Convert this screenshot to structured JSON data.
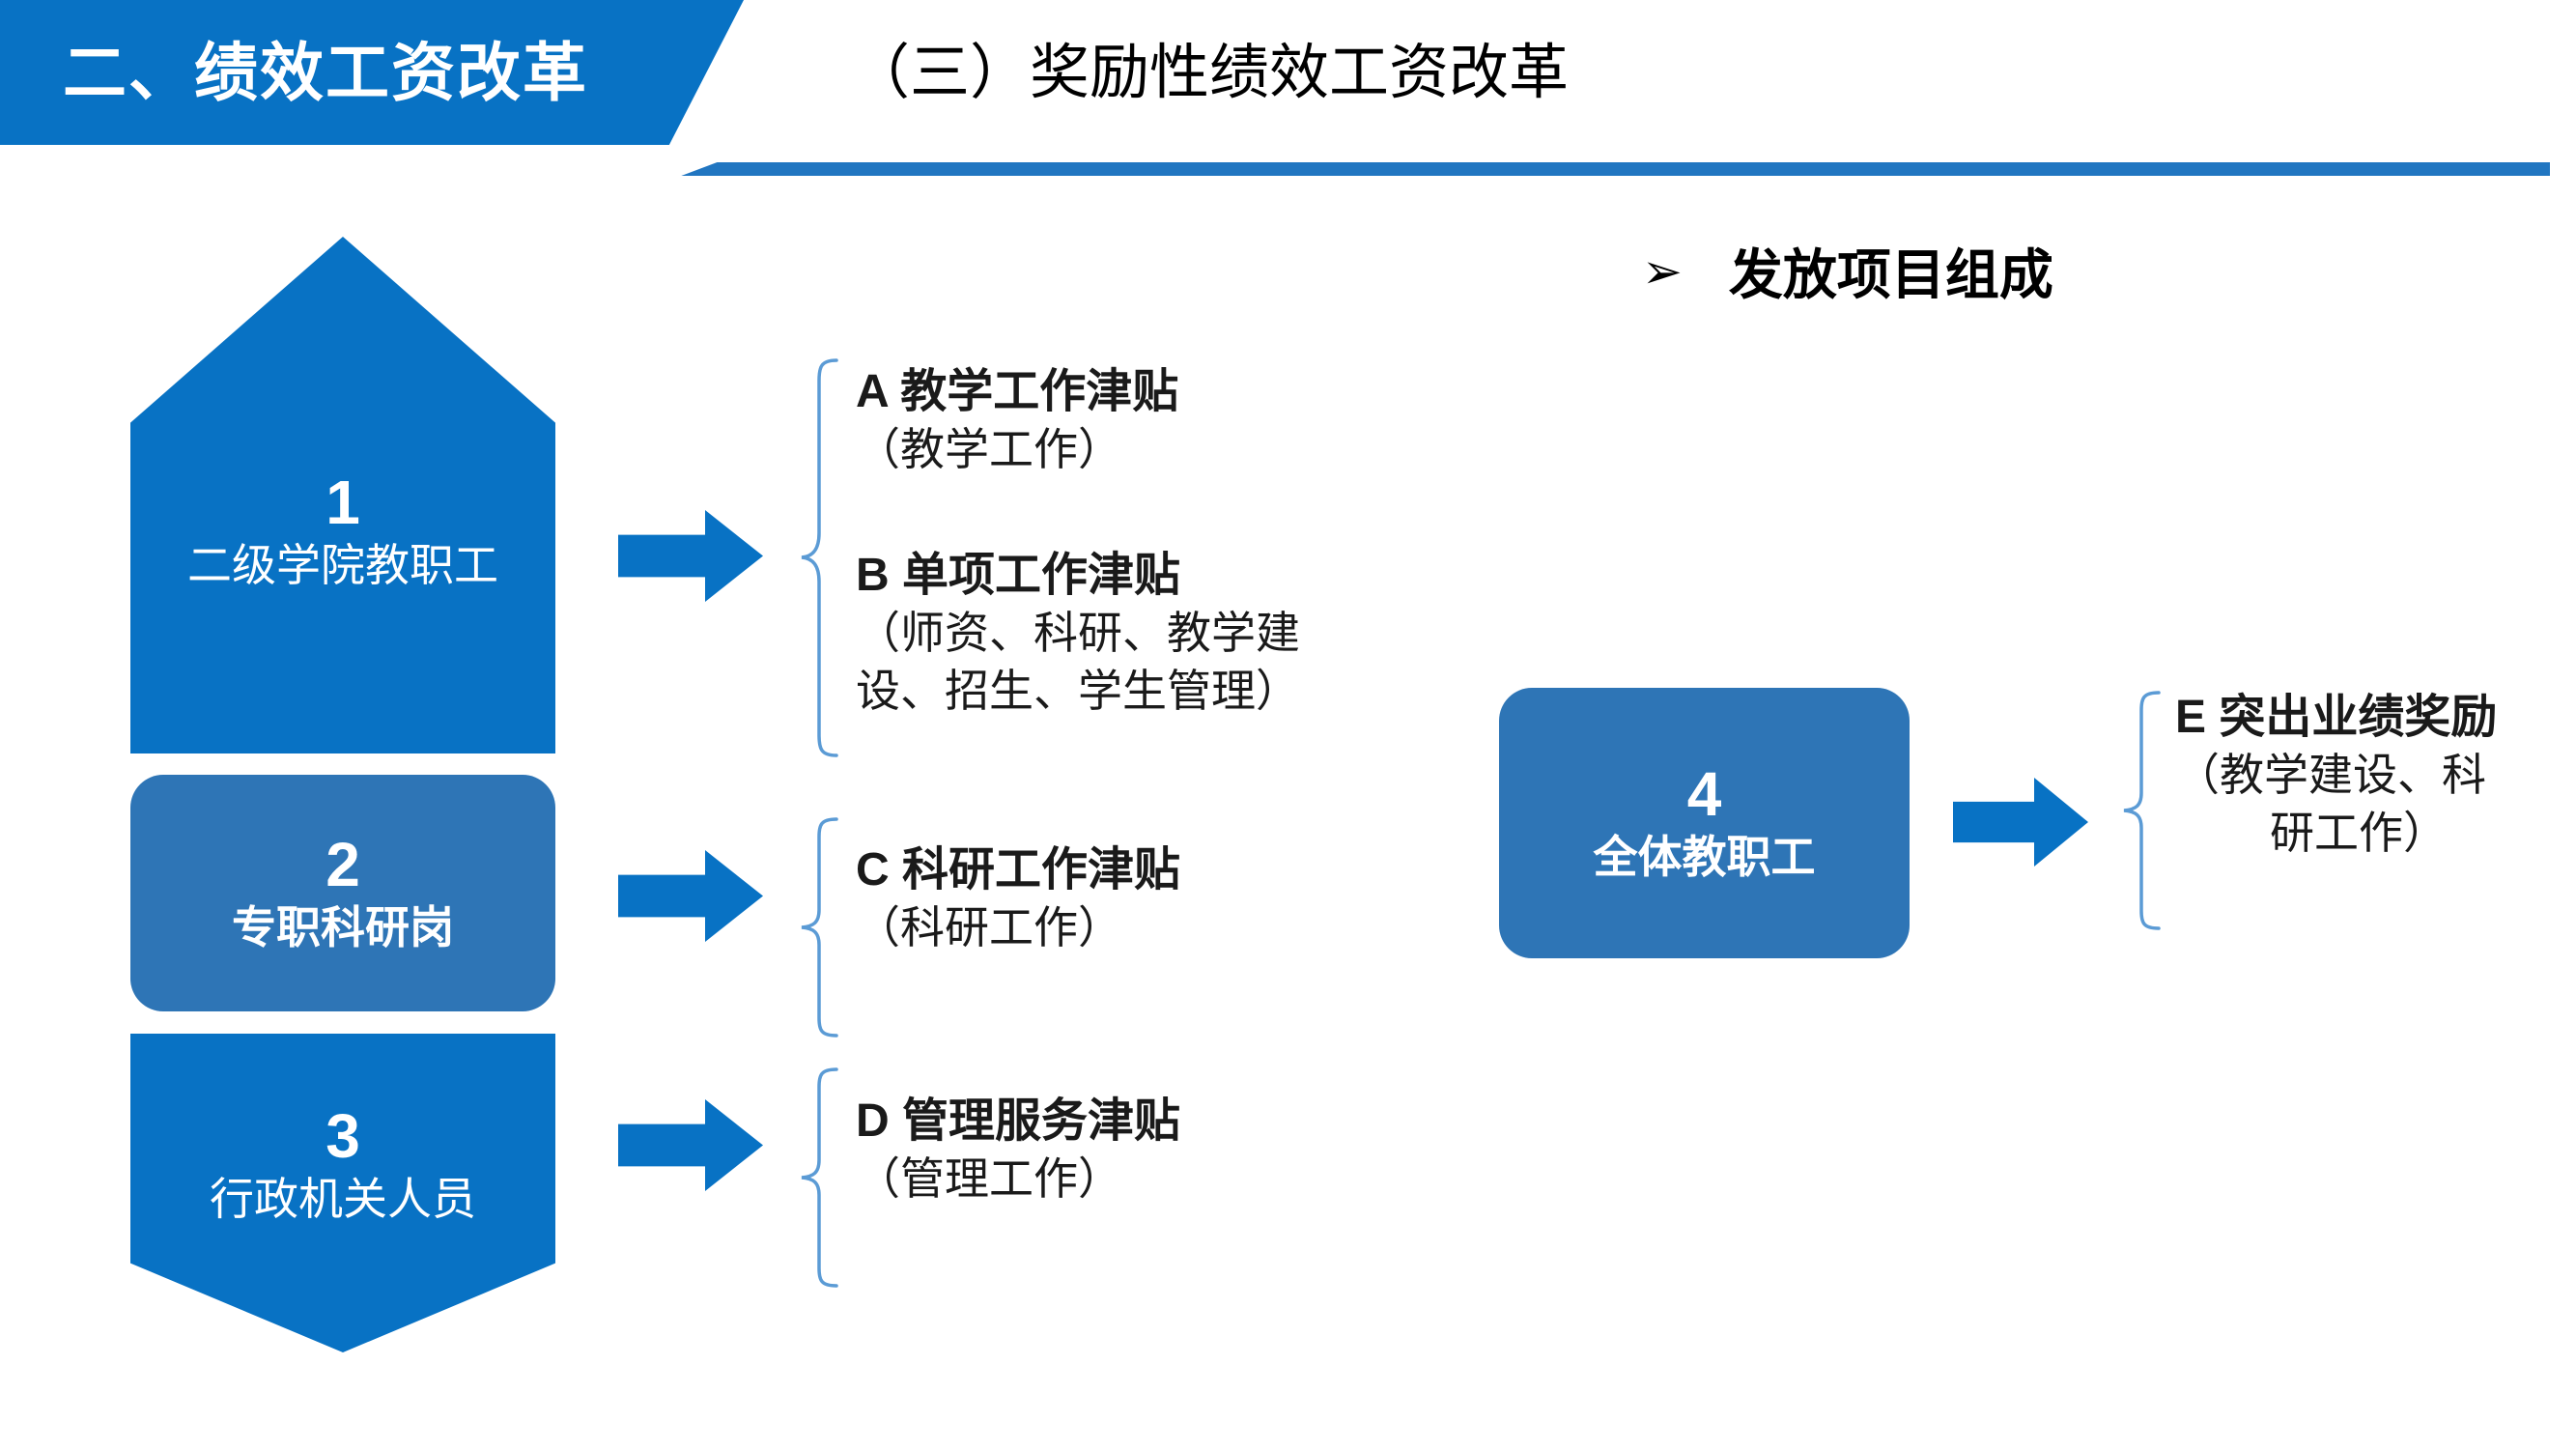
{
  "slide": {
    "background": "#ffffff",
    "colors": {
      "primary_blue": "#0872C4",
      "secondary_blue": "#2E75B6",
      "brace_blue": "#5B9BD5",
      "text_dark": "#1a1a1a"
    }
  },
  "header": {
    "band_label": "二、绩效工资改革",
    "title": "（三）奖励性绩效工资改革"
  },
  "right_heading": {
    "bullet_icon": "➢",
    "text": "发放项目组成"
  },
  "groups": [
    {
      "number": "1",
      "label": "二级学院教职工",
      "shape": "pentagon-up",
      "color": "#0872C4"
    },
    {
      "number": "2",
      "label": "专职科研岗",
      "shape": "rounded-rect",
      "color": "#2E75B6"
    },
    {
      "number": "3",
      "label": "行政机关人员",
      "shape": "pentagon-down",
      "color": "#0872C4"
    },
    {
      "number": "4",
      "label": "全体教职工",
      "shape": "rounded-rect",
      "color": "#2E75B6"
    }
  ],
  "items": [
    {
      "key": "A",
      "title": "A  教学工作津贴",
      "detail": "（教学工作）"
    },
    {
      "key": "B",
      "title": "B  单项工作津贴",
      "detail_line1": "（师资、科研、教学建",
      "detail_line2": "设、招生、学生管理）"
    },
    {
      "key": "C",
      "title": "C  科研工作津贴",
      "detail": "（科研工作）"
    },
    {
      "key": "D",
      "title": "D 管理服务津贴",
      "detail": "（管理工作）"
    },
    {
      "key": "E",
      "title": "E 突出业绩奖励",
      "detail_line1": "（教学建设、科",
      "detail_line2": "研工作）"
    }
  ],
  "arrows": {
    "arrow1_name": "arrow-group1-to-items",
    "arrow2_name": "arrow-group2-to-items",
    "arrow3_name": "arrow-group3-to-items",
    "arrow4_name": "arrow-group4-to-items"
  }
}
